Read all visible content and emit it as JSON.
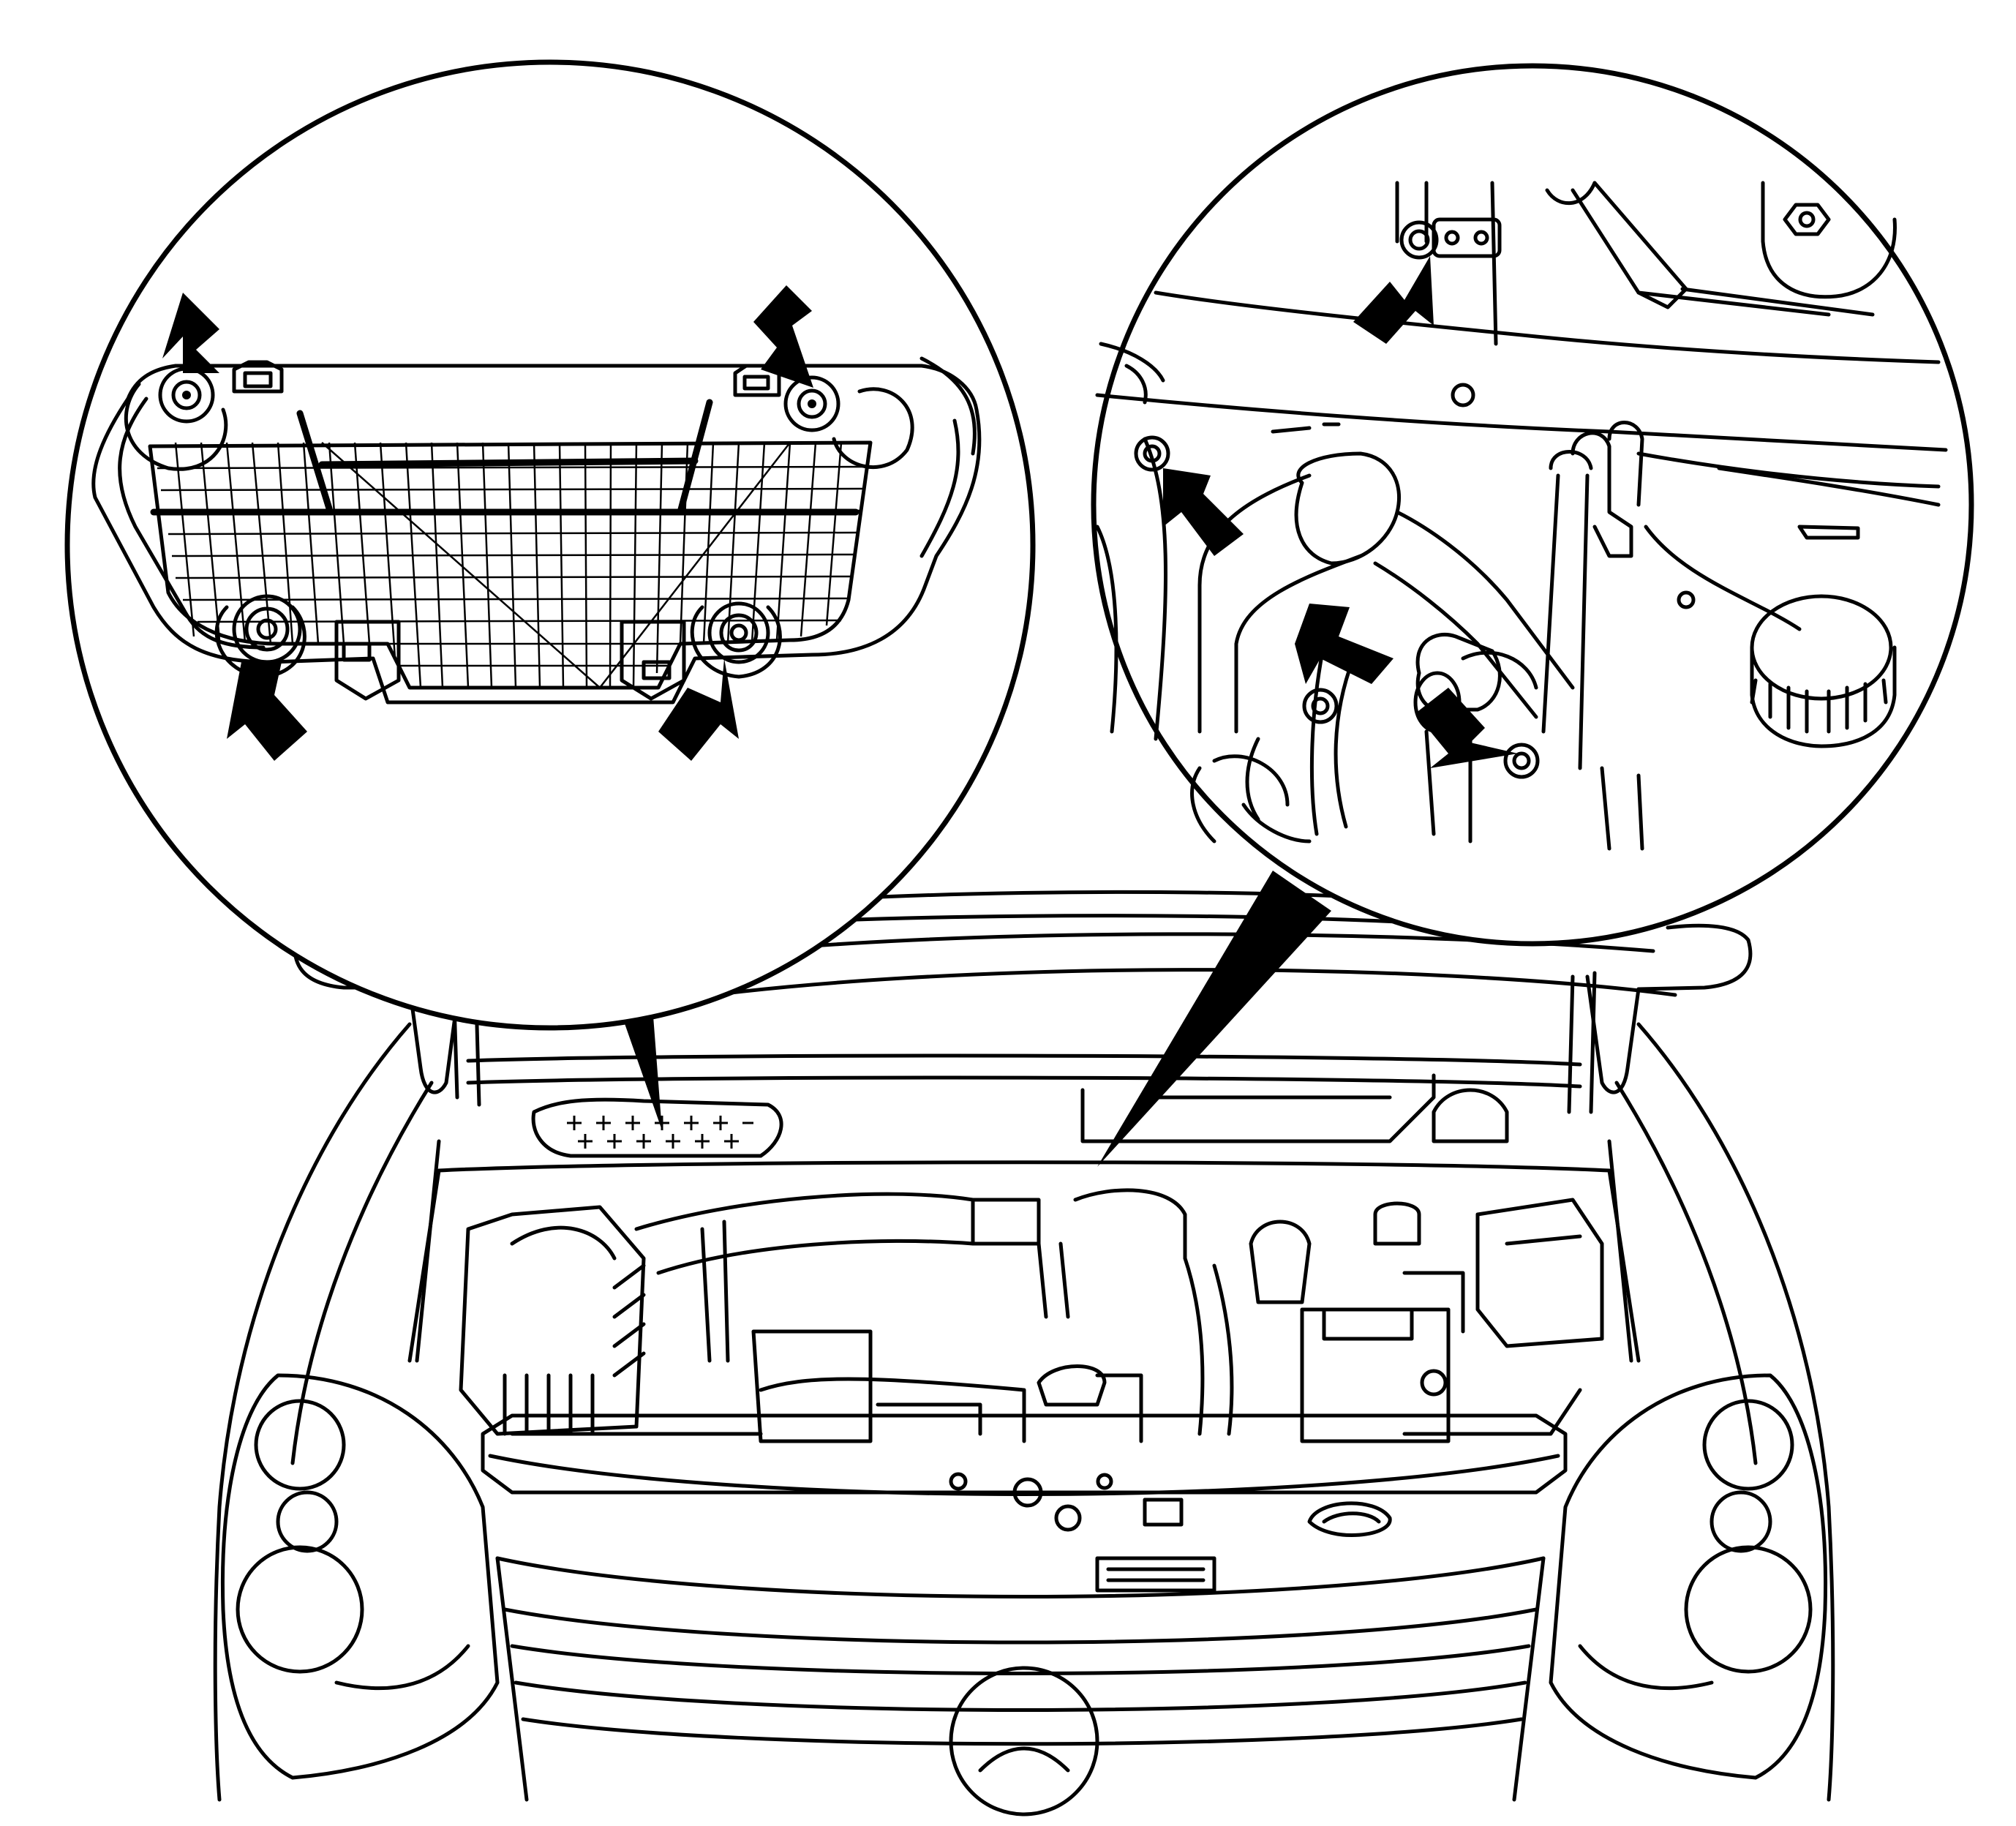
{
  "diagram": {
    "line_color": "#000000",
    "background_color": "#ffffff",
    "callouts": [
      {
        "name": "cowl-panel-filter-detail",
        "fastener_count": 4
      },
      {
        "name": "engine-bay-right-detail",
        "fastener_count": 4
      }
    ],
    "icons": [
      "bolt-icon",
      "arrow-icon",
      "fuel-filler-cap-icon",
      "grille-emblem-icon"
    ]
  }
}
